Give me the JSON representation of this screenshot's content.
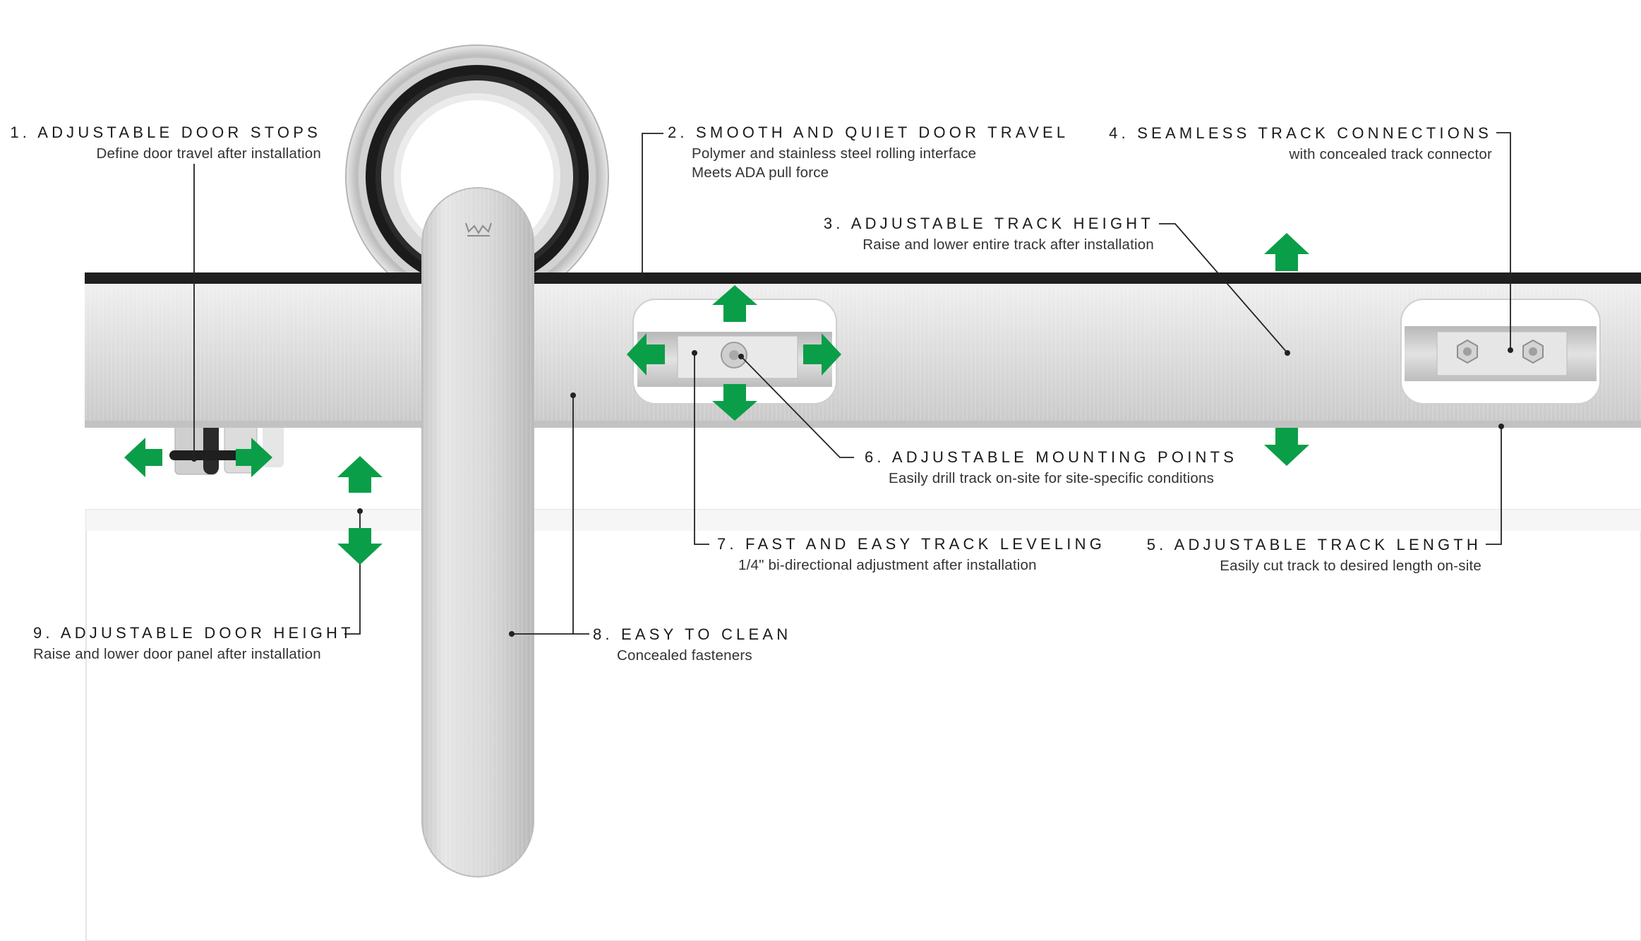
{
  "brand": {
    "accent_green": "#0a9e48",
    "track_color": "#d9d9d9",
    "rail_color": "#1e1e1e"
  },
  "callouts": [
    {
      "id": "door-stops",
      "title": "1. ADJUSTABLE DOOR STOPS",
      "lines": [
        "Define door travel after installation"
      ]
    },
    {
      "id": "door-travel",
      "title": "2. SMOOTH AND QUIET DOOR TRAVEL",
      "lines": [
        "Polymer and stainless steel rolling interface",
        "Meets ADA pull force"
      ]
    },
    {
      "id": "track-height",
      "title": "3. ADJUSTABLE TRACK HEIGHT",
      "lines": [
        "Raise and lower entire track after installation"
      ]
    },
    {
      "id": "track-connections",
      "title": "4. SEAMLESS TRACK CONNECTIONS",
      "lines": [
        "with concealed track connector"
      ]
    },
    {
      "id": "track-length",
      "title": "5. ADJUSTABLE TRACK LENGTH",
      "lines": [
        "Easily cut track to desired length on-site"
      ]
    },
    {
      "id": "mounting-points",
      "title": "6. ADJUSTABLE MOUNTING POINTS",
      "lines": [
        "Easily drill track on-site for site-specific conditions"
      ]
    },
    {
      "id": "track-leveling",
      "title": "7. FAST AND EASY TRACK LEVELING",
      "lines": [
        "1/4\" bi-directional adjustment after installation"
      ]
    },
    {
      "id": "easy-clean",
      "title": "8. EASY TO CLEAN",
      "lines": [
        "Concealed fasteners"
      ]
    },
    {
      "id": "door-height",
      "title": "9. ADJUSTABLE DOOR HEIGHT",
      "lines": [
        "Raise and lower door panel after installation"
      ]
    }
  ],
  "icons": [
    "wheel-icon",
    "hanger-strap-icon",
    "arrow-up-icon",
    "arrow-down-icon",
    "arrow-left-icon",
    "arrow-right-icon",
    "bolt-icon",
    "nut-icon",
    "logo-crown-icon"
  ]
}
